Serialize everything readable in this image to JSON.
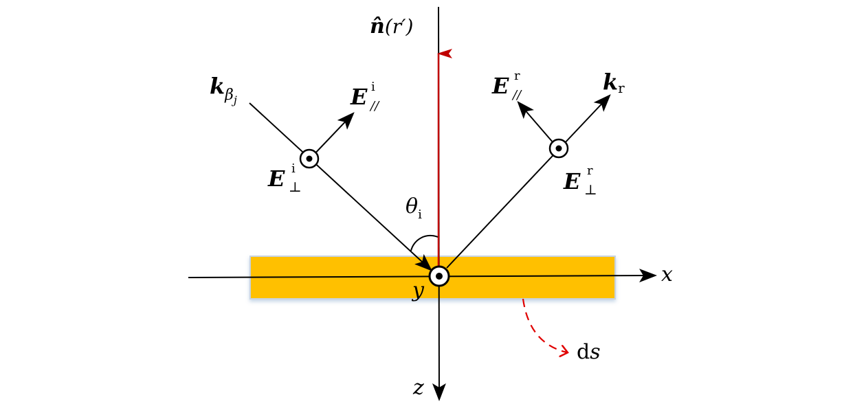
{
  "diagram": {
    "labels": {
      "normal_hat": "n̂",
      "normal_arg": "(r′)",
      "k_incident": "k",
      "k_incident_sub": "β",
      "k_incident_subsub": "j",
      "e_par_i": "E",
      "e_par_i_sub": "//",
      "e_par_i_sup": "i",
      "e_perp_i": "E",
      "e_perp_i_sub": "⊥",
      "e_perp_i_sup": "i",
      "e_par_r": "E",
      "e_par_r_sub": "//",
      "e_par_r_sup": "r",
      "k_reflected": "k",
      "k_reflected_sub": "r",
      "e_perp_r": "E",
      "e_perp_r_sub": "⊥",
      "e_perp_r_sup": "r",
      "theta": "θ",
      "theta_sub": "i",
      "x_axis": "x",
      "y_axis": "y",
      "z_axis": "z",
      "ds_d": "d",
      "ds_s": "s"
    },
    "colors": {
      "surface_fill": "#FFC000",
      "surface_edge": "#C8D3E0",
      "normal_arrow": "#C00000",
      "ds_arrow": "#E00000",
      "lines": "#000000"
    }
  }
}
